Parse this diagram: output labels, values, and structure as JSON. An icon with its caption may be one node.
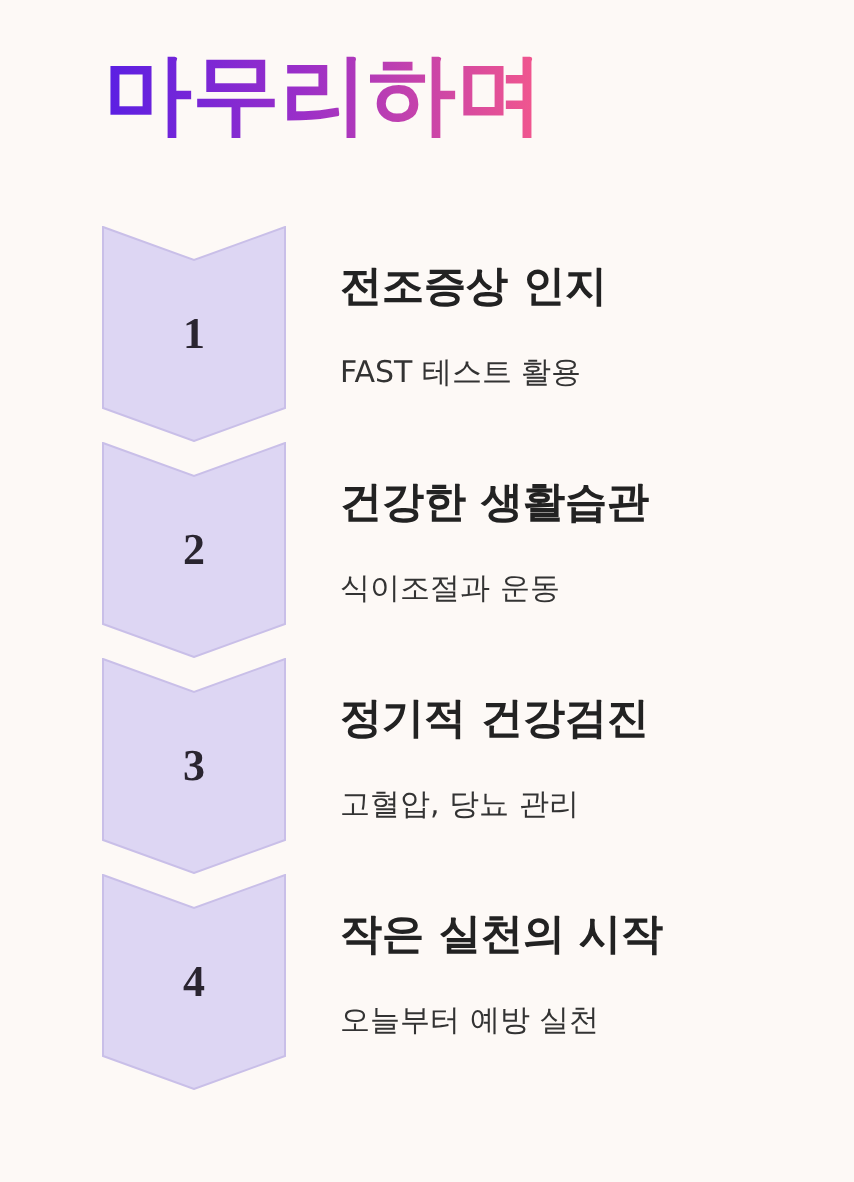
{
  "diagram": {
    "title": "마무리하며",
    "nodes": [
      {
        "text": [
          "1"
        ],
        "beside": [
          "전조증상 인지",
          "FAST 테스트 활용"
        ]
      },
      {
        "text": [
          "2"
        ],
        "beside": [
          "건강한 생활습관",
          "식이조절과 운동"
        ]
      },
      {
        "text": [
          "3"
        ],
        "beside": [
          "정기적 건강검진",
          "고혈압, 당뇨 관리"
        ]
      },
      {
        "text": [
          "4"
        ],
        "beside": [
          "작은 실천의 시작",
          "오늘부터 예방 실천"
        ]
      }
    ]
  }
}
